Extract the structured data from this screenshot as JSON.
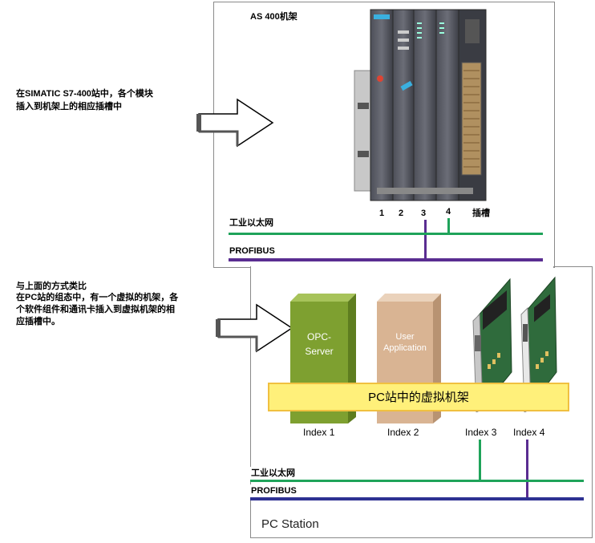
{
  "top": {
    "rack_title": "AS 400机架",
    "note": [
      "在SIMATIC S7-400站中，各个模块",
      "插入到机架上的相应插槽中"
    ],
    "slot_numbers": [
      "1",
      "2",
      "3",
      "4"
    ],
    "slot_label": "插槽",
    "ethernet_label": "工业以太网",
    "profibus_label": "PROFIBUS"
  },
  "bottom": {
    "note": [
      "与上面的方式类比",
      "在PC站的组态中，有一个虚拟的机架，各",
      "个软件组件和通讯卡插入到虚拟机架的相",
      "应插槽中。"
    ],
    "opc_line1": "OPC-",
    "opc_line2": "Server",
    "user_line1": "User",
    "user_line2": "Application",
    "virtual_rack_label": "PC站中的虚拟机架",
    "indices": [
      "Index 1",
      "Index 2",
      "Index 3",
      "Index 4"
    ],
    "ethernet_label": "工业以太网",
    "profibus_label": "PROFIBUS",
    "station_label": "PC Station"
  },
  "colors": {
    "ethernet": "#1fa35a",
    "profibus": "#5a2d91",
    "profibus_bottom": "#2e3192",
    "opc": "#7ea030",
    "user_app": "#d9b493",
    "virtual_rack": "#fff07a"
  }
}
